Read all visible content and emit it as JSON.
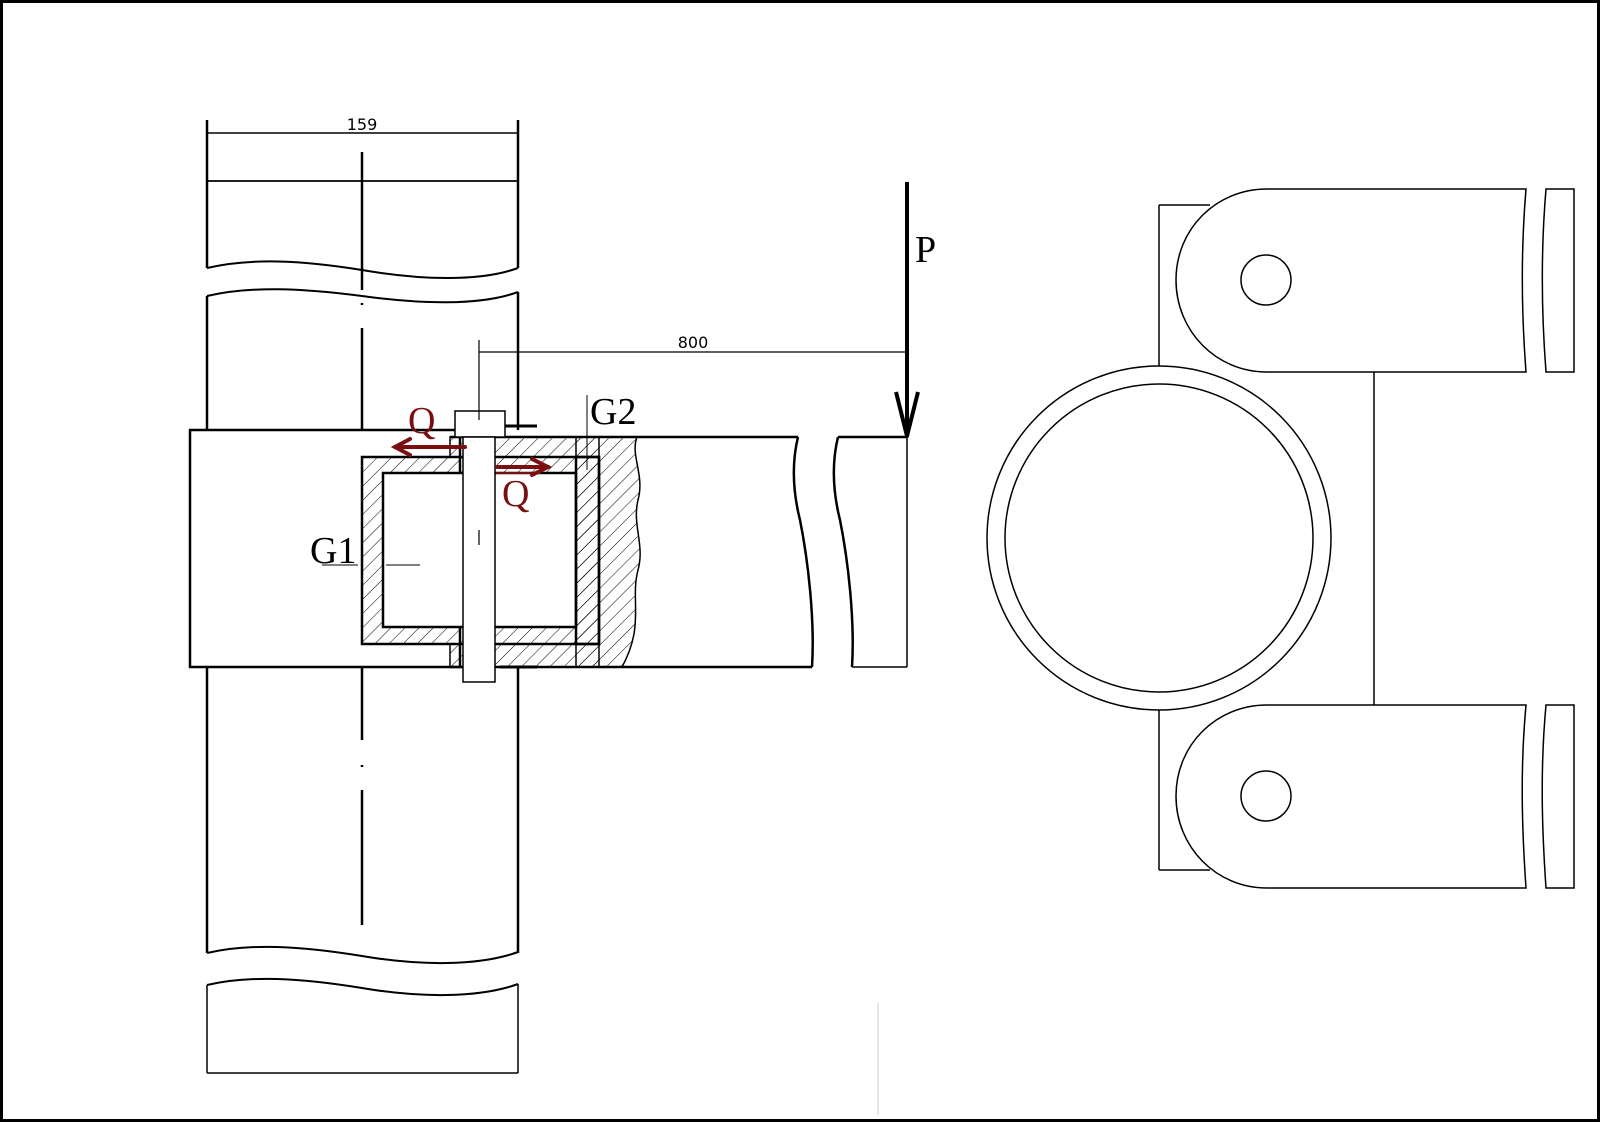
{
  "dimensions": {
    "pipe_diameter": "159",
    "lever_arm": "800"
  },
  "labels": {
    "load": "P",
    "force_upper": "Q",
    "force_lower": "Q",
    "gap_1": "G1",
    "gap_2": "G2"
  },
  "colors": {
    "line": "#000000",
    "force_arrow": "#7a0f12",
    "background": "#ffffff"
  }
}
